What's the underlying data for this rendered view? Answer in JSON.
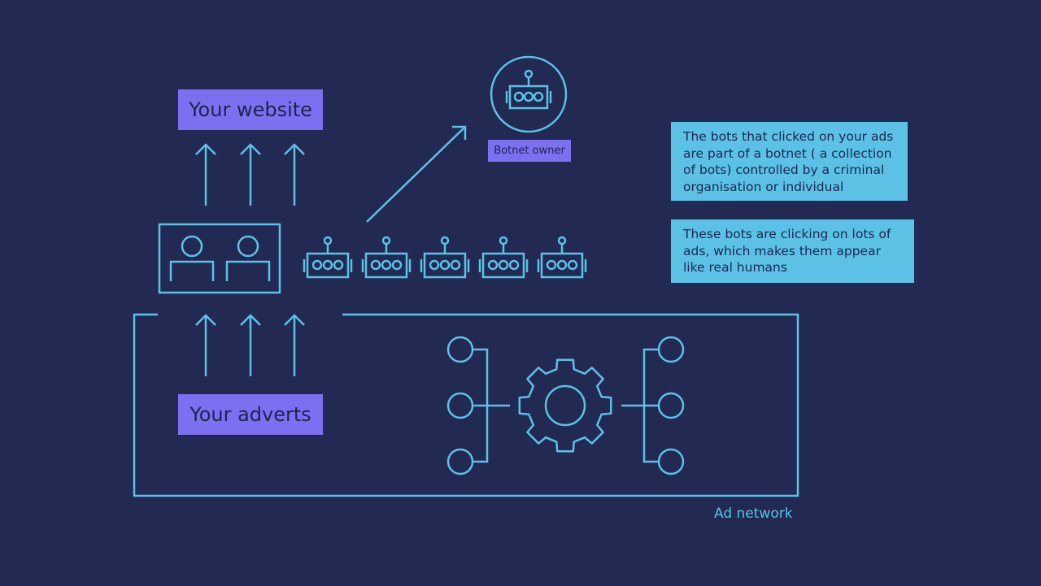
{
  "labels": {
    "website": "Your website",
    "adverts": "Your adverts",
    "botnet_owner": "Botnet owner",
    "ad_network": "Ad network"
  },
  "info": {
    "botnet_explanation": "The bots that clicked on your ads are part of a botnet ( a collection of bots) controlled by a criminal organisation or individual",
    "bots_behaviour": "These bots are clicking on lots of ads, which makes them appear like real humans"
  },
  "icons": {
    "person": "person-icon",
    "robot": "robot-icon",
    "gear": "gear-icon",
    "node": "node-circle-icon",
    "arrow": "arrow-up-icon"
  },
  "colors": {
    "background": "#222953",
    "line": "#5bc2e5",
    "label_box": "#7b70ef",
    "info_box": "#5bc2e5",
    "text_dark": "#1e2552"
  },
  "counts": {
    "bots_in_row": 5
  }
}
